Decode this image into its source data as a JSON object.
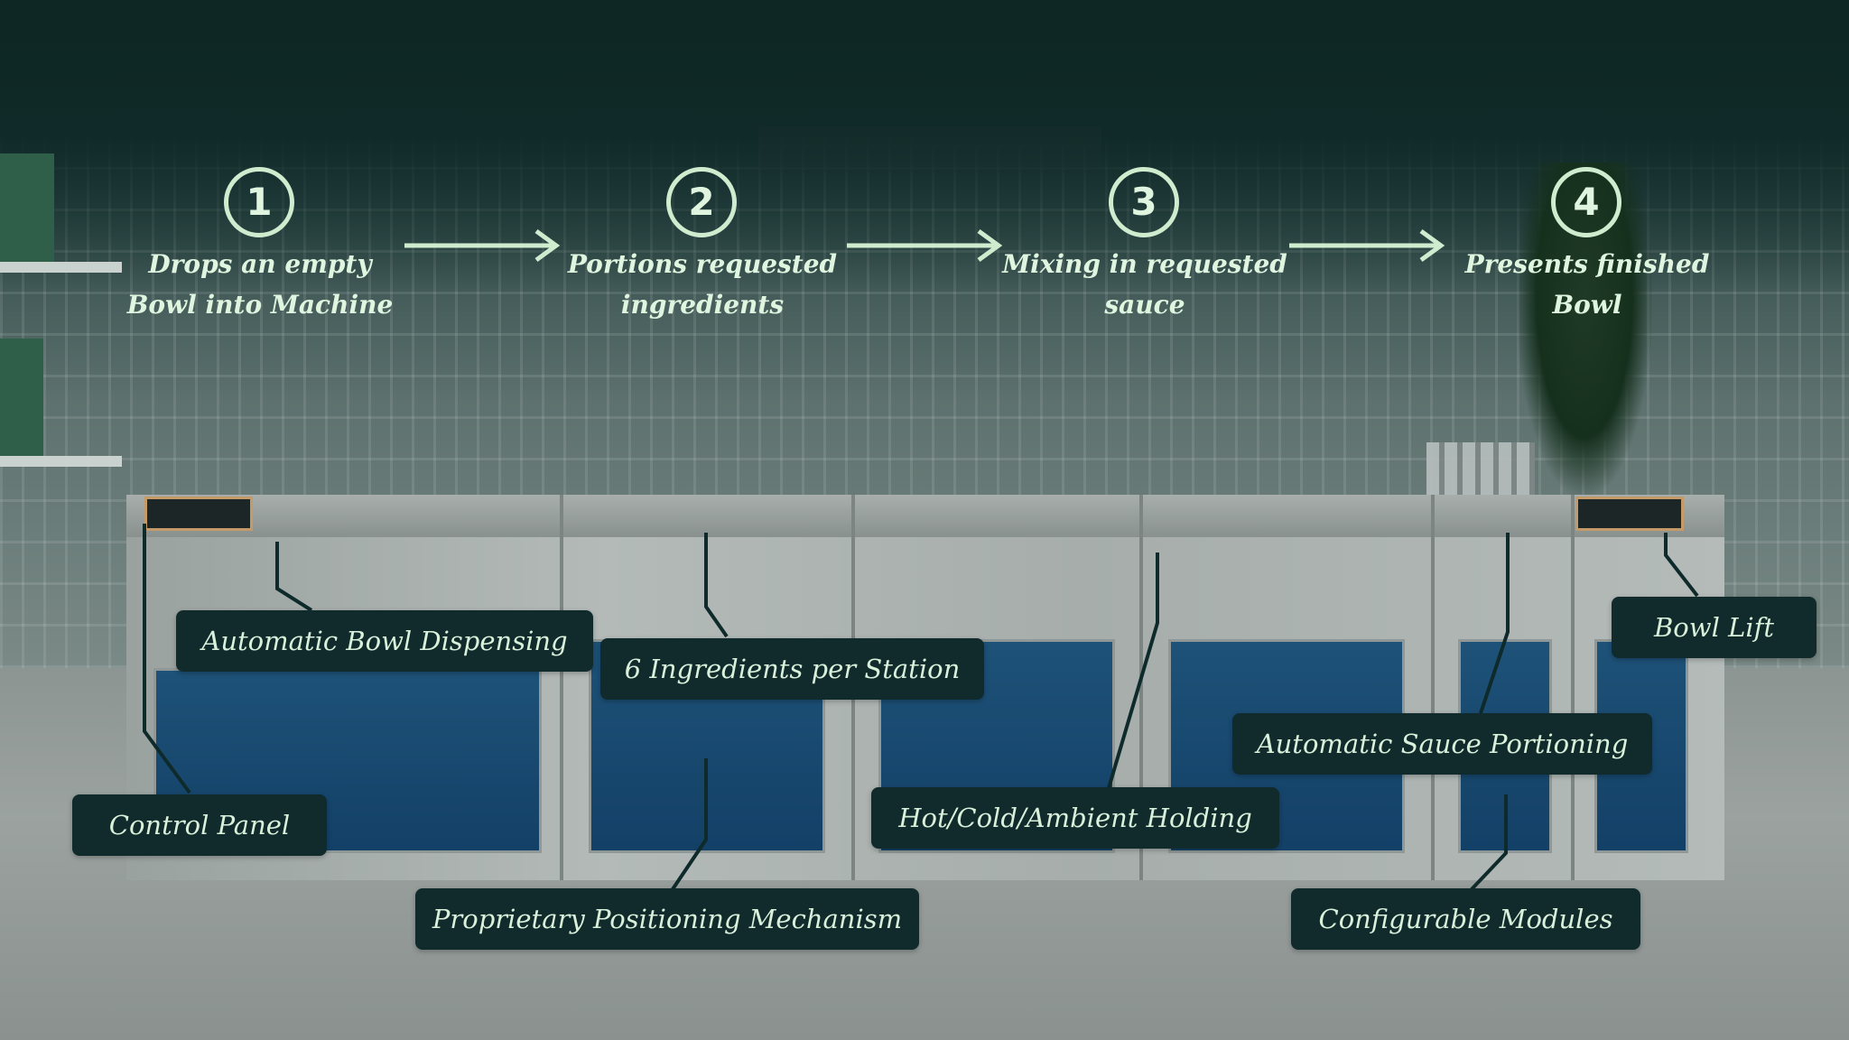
{
  "steps": [
    {
      "number": "1",
      "text": "Drops an empty\nBowl into Machine"
    },
    {
      "number": "2",
      "text": "Portions requested\ningredients"
    },
    {
      "number": "3",
      "text": "Mixing in requested\nsauce"
    },
    {
      "number": "4",
      "text": "Presents finished\nBowl"
    }
  ],
  "callouts": {
    "control_panel": "Control Panel",
    "automatic_bowl_dispensing": "Automatic Bowl Dispensing",
    "ingredients_per_station": "6 Ingredients per Station",
    "hot_cold_ambient_holding": "Hot/Cold/Ambient Holding",
    "automatic_sauce_portioning": "Automatic Sauce Portioning",
    "bowl_lift": "Bowl Lift",
    "proprietary_positioning_mechanism": "Proprietary Positioning Mechanism",
    "configurable_modules": "Configurable Modules"
  },
  "colors": {
    "background_dark": "#0f2a28",
    "label_fill": "#112a2b",
    "label_text": "#d9f0db",
    "accent": "#cfeccf",
    "window_blue": "#1a4a73"
  }
}
